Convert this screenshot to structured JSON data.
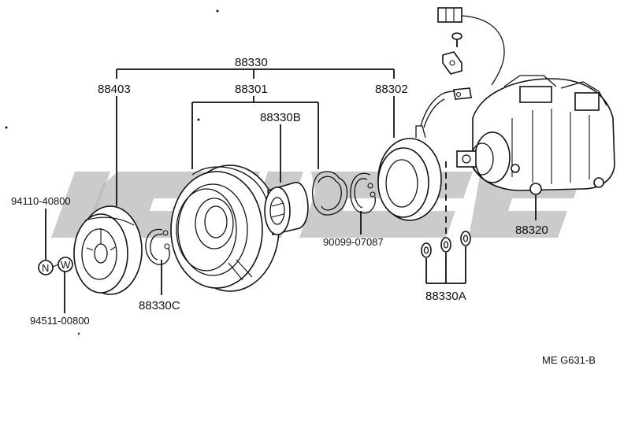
{
  "diagram": {
    "callouts": {
      "assembly": "88330",
      "clutch_hub": "88403",
      "pulley": "88301",
      "field_coil": "88302",
      "bearing": "88330B",
      "snap_ring_large": "90099-07087",
      "compressor": "88320",
      "nut_bolt": "94110-40800",
      "washer_part": "94511-00800",
      "snap_ring_small": "88330C",
      "shims": "88330A"
    },
    "symbols": {
      "nut": "N",
      "washer": "W"
    },
    "figure_code": "ME  G631-B"
  }
}
